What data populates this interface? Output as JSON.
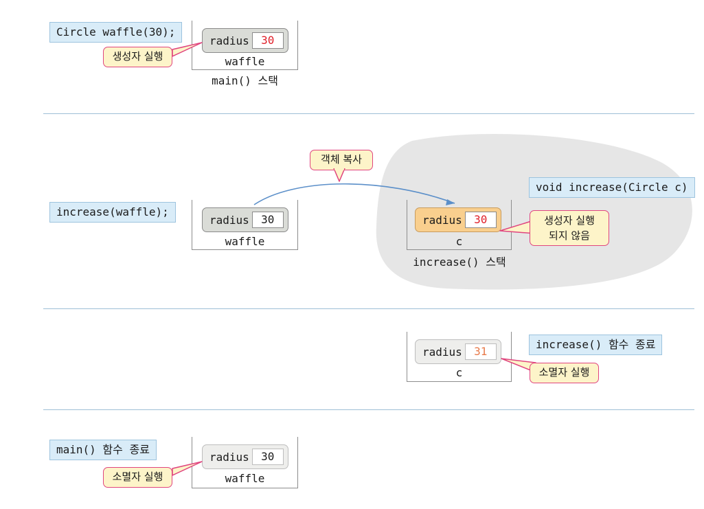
{
  "colors": {
    "code_bg": "#d9ecf8",
    "callout_bg": "#fdf4c9",
    "callout_border": "#e0447e",
    "value_red": "#e0202a",
    "value_orange": "#e87a4a",
    "object_orange": "#f9cf8e",
    "arrow_blue": "#5b8fc9"
  },
  "step1": {
    "code": "Circle waffle(30);",
    "callout": "생성자 실행",
    "object": {
      "field": "radius",
      "value": "30",
      "name": "waffle"
    },
    "stack_label": "main() 스택"
  },
  "step2": {
    "code": "increase(waffle);",
    "arrow_label": "객체 복사",
    "source_object": {
      "field": "radius",
      "value": "30",
      "name": "waffle"
    },
    "copy_object": {
      "field": "radius",
      "value": "30",
      "name": "c"
    },
    "stack_label": "increase() 스택",
    "function_code": "void increase(Circle c)",
    "callout_line1": "생성자 실행",
    "callout_line2": "되지 않음"
  },
  "step3": {
    "object": {
      "field": "radius",
      "value": "31",
      "name": "c"
    },
    "code": "increase() 함수 종료",
    "callout": "소멸자 실행"
  },
  "step4": {
    "code": "main() 함수 종료",
    "callout": "소멸자 실행",
    "object": {
      "field": "radius",
      "value": "30",
      "name": "waffle"
    }
  }
}
